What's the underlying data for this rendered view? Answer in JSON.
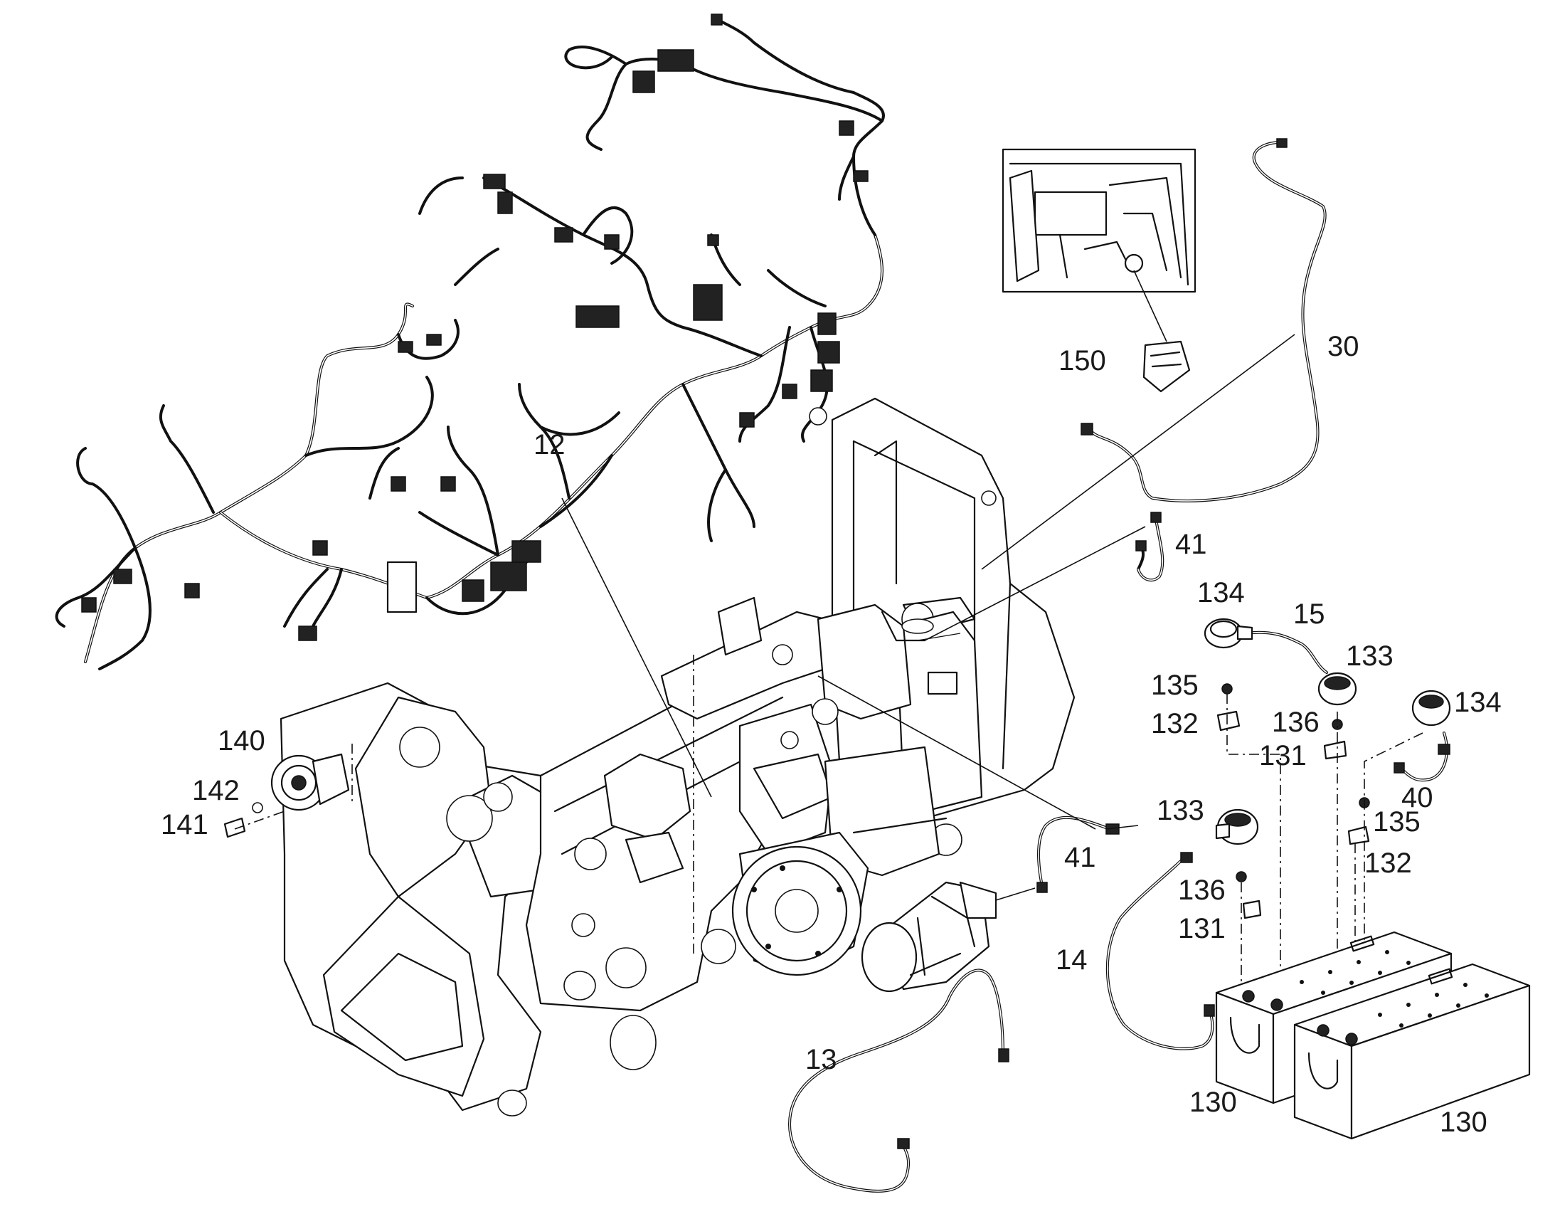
{
  "callouts": {
    "c12": "12",
    "c13": "13",
    "c14": "14",
    "c15": "15",
    "c30": "30",
    "c40": "40",
    "c41a": "41",
    "c41b": "41",
    "c130a": "130",
    "c130b": "130",
    "c131a": "131",
    "c131b": "131",
    "c132a": "132",
    "c132b": "132",
    "c133a": "133",
    "c133b": "133",
    "c134a": "134",
    "c134b": "134",
    "c135a": "135",
    "c135b": "135",
    "c136a": "136",
    "c136b": "136",
    "c140": "140",
    "c141": "141",
    "c142": "142",
    "c150": "150"
  }
}
